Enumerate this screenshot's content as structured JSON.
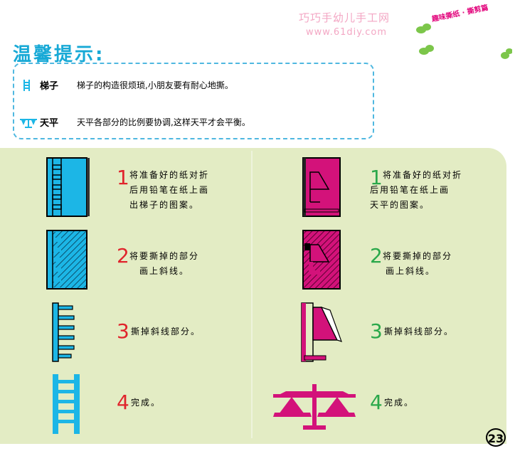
{
  "watermark": {
    "line1": "巧巧手幼儿手工网",
    "line2": "www.61diy.com"
  },
  "series_label": "趣味撕纸 · 撕剪篇",
  "tips": {
    "title": "温馨提示:",
    "items": [
      {
        "icon": "ladder-icon",
        "term": "梯子",
        "text": "梯子的构造很烦琐,小朋友要有耐心地撕。"
      },
      {
        "icon": "balance-icon",
        "term": "天平",
        "text": "天平各部分的比例要协调,这样天平才会平衡。"
      }
    ]
  },
  "ladder_steps": [
    {
      "number": "1",
      "lines": [
        "将准备好的纸对折",
        "后用铅笔在纸上画",
        "出梯子的图案。"
      ]
    },
    {
      "number": "2",
      "lines": [
        "将要撕掉的部分",
        "画上斜线。"
      ]
    },
    {
      "number": "3",
      "lines": [
        "撕掉斜线部分。"
      ]
    },
    {
      "number": "4",
      "lines": [
        "完成。"
      ]
    }
  ],
  "balance_steps": [
    {
      "number": "1",
      "lines": [
        "将准备好的纸对折",
        "后用铅笔在纸上画",
        "天平的图案。"
      ]
    },
    {
      "number": "2",
      "lines": [
        "将要撕掉的部分",
        "画上斜线。"
      ]
    },
    {
      "number": "3",
      "lines": [
        "撕掉斜线部分。"
      ]
    },
    {
      "number": "4",
      "lines": [
        "完成。"
      ]
    }
  ],
  "page_number": "23",
  "colors": {
    "blue_paper": "#1cb6e6",
    "magenta_paper": "#d3127a",
    "panel": "#e3ecc4",
    "accent_blue": "#17a9d6",
    "number_red": "#e0242c",
    "number_green": "#2aa84a"
  }
}
